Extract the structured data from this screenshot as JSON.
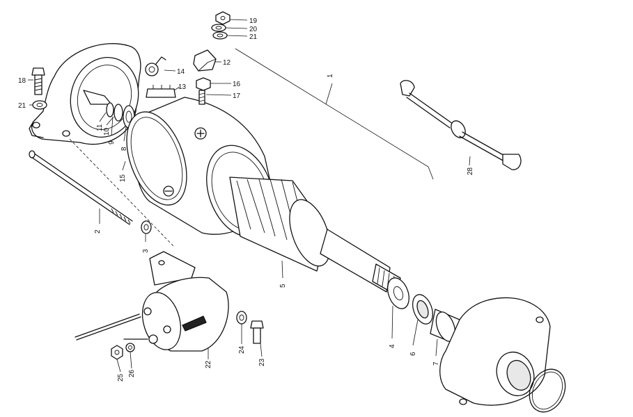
{
  "diagram": {
    "callouts": [
      {
        "id": "c1",
        "text": "1"
      },
      {
        "id": "c2",
        "text": "2"
      },
      {
        "id": "c3",
        "text": "3"
      },
      {
        "id": "c4",
        "text": "4"
      },
      {
        "id": "c5",
        "text": "5"
      },
      {
        "id": "c6",
        "text": "6"
      },
      {
        "id": "c7",
        "text": "7"
      },
      {
        "id": "c8",
        "text": "8"
      },
      {
        "id": "c9",
        "text": "9"
      },
      {
        "id": "c10",
        "text": "10"
      },
      {
        "id": "c11",
        "text": "11"
      },
      {
        "id": "c12",
        "text": "12"
      },
      {
        "id": "c13",
        "text": "13"
      },
      {
        "id": "c14",
        "text": "14"
      },
      {
        "id": "c15",
        "text": "15"
      },
      {
        "id": "c16",
        "text": "16"
      },
      {
        "id": "c17",
        "text": "17"
      },
      {
        "id": "c18",
        "text": "18"
      },
      {
        "id": "c19",
        "text": "19"
      },
      {
        "id": "c20",
        "text": "20"
      },
      {
        "id": "c21a",
        "text": "21"
      },
      {
        "id": "c21b",
        "text": "21"
      },
      {
        "id": "c22",
        "text": "22"
      },
      {
        "id": "c23",
        "text": "23"
      },
      {
        "id": "c24",
        "text": "24"
      },
      {
        "id": "c25",
        "text": "25"
      },
      {
        "id": "c26",
        "text": "26"
      },
      {
        "id": "c28",
        "text": "28"
      }
    ]
  }
}
